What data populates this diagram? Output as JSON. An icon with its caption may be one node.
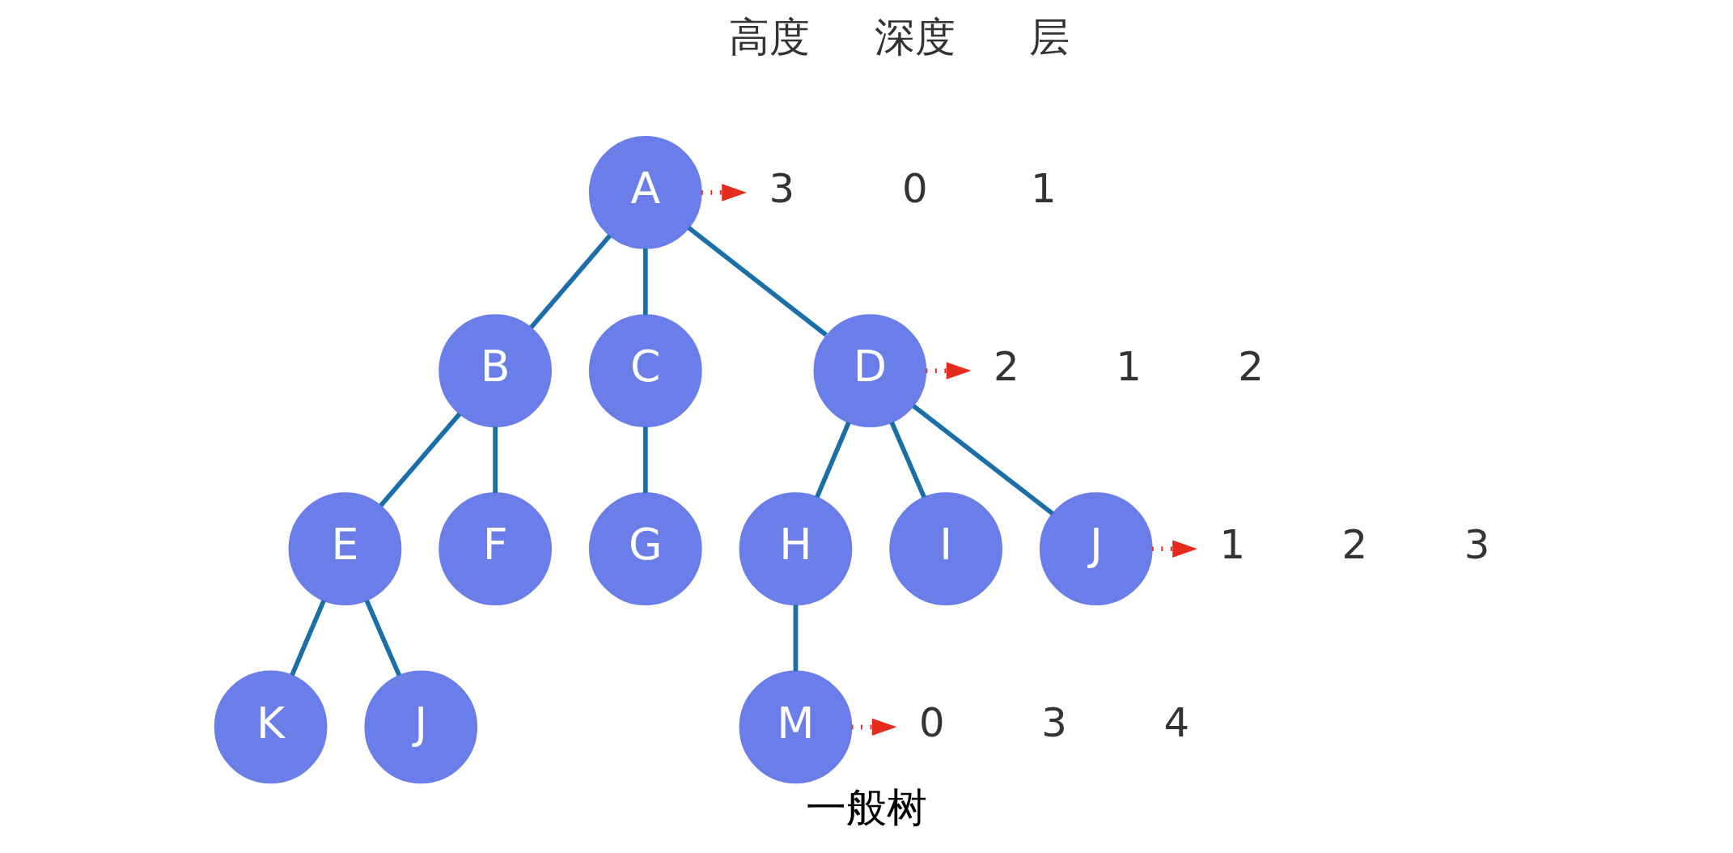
{
  "diagram": {
    "caption": "一般树",
    "nodes": [
      {
        "text": [
          "A"
        ]
      },
      {
        "text": [
          "B"
        ]
      },
      {
        "text": [
          "C"
        ]
      },
      {
        "text": [
          "D"
        ]
      },
      {
        "text": [
          "E"
        ]
      },
      {
        "text": [
          "F"
        ]
      },
      {
        "text": [
          "G"
        ]
      },
      {
        "text": [
          "H"
        ]
      },
      {
        "text": [
          "I"
        ]
      },
      {
        "text": [
          "J"
        ]
      },
      {
        "text": [
          "K"
        ]
      },
      {
        "text": [
          "J"
        ]
      },
      {
        "text": [
          "M"
        ]
      },
      {
        "text": [
          "3"
        ]
      },
      {
        "text": [
          "2"
        ]
      },
      {
        "text": [
          "1"
        ]
      },
      {
        "text": [
          "0"
        ]
      }
    ],
    "edges": [
      {
        "from": 0,
        "to": 1,
        "arrow": "none"
      },
      {
        "from": 0,
        "to": 2,
        "arrow": "none"
      },
      {
        "from": 0,
        "to": 3,
        "arrow": "none"
      },
      {
        "from": 1,
        "to": 4,
        "arrow": "none"
      },
      {
        "from": 1,
        "to": 5,
        "arrow": "none"
      },
      {
        "from": 2,
        "to": 6,
        "arrow": "none"
      },
      {
        "from": 3,
        "to": 7,
        "arrow": "none"
      },
      {
        "from": 3,
        "to": 8,
        "arrow": "none"
      },
      {
        "from": 3,
        "to": 9,
        "arrow": "none"
      },
      {
        "from": 4,
        "to": 10,
        "arrow": "none"
      },
      {
        "from": 4,
        "to": 11,
        "arrow": "none"
      },
      {
        "from": 7,
        "to": 12,
        "arrow": "none"
      },
      {
        "from": 0,
        "to": 13,
        "arrow": "to",
        "style": "dashed",
        "color": "#e52a1e"
      },
      {
        "from": 3,
        "to": 14,
        "arrow": "to",
        "style": "dashed",
        "color": "#e52a1e"
      },
      {
        "from": 9,
        "to": 15,
        "arrow": "to",
        "style": "dashed",
        "color": "#e52a1e"
      },
      {
        "from": 12,
        "to": 16,
        "arrow": "to",
        "style": "dashed",
        "color": "#e52a1e"
      }
    ],
    "labels": [
      "高度",
      "深度",
      "层",
      "0",
      "1",
      "1",
      "2",
      "2",
      "3",
      "3",
      "4"
    ]
  }
}
